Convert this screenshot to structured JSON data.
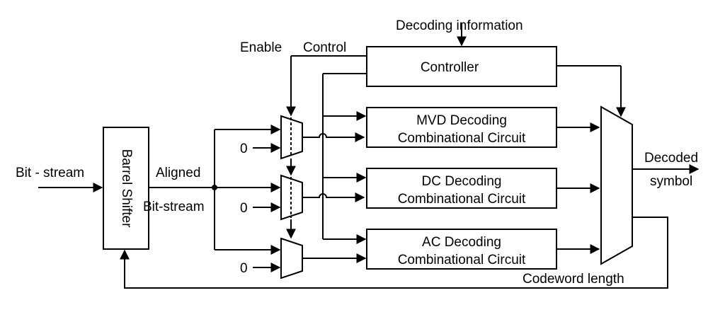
{
  "labels": {
    "bit_stream_in": "Bit - stream",
    "barrel_shifter": "Barrel Shifter",
    "aligned": "Aligned",
    "aligned_bitstream": "Bit-stream",
    "enable": "Enable",
    "control": "Control",
    "decoding_information": "Decoding information",
    "controller": "Controller",
    "zero_1": "0",
    "zero_2": "0",
    "zero_3": "0",
    "mvd_line1": "MVD Decoding",
    "mvd_line2": "Combinational Circuit",
    "dc_line1": "DC Decoding",
    "dc_line2": "Combinational Circuit",
    "ac_line1": "AC Decoding",
    "ac_line2": "Combinational Circuit",
    "decoded_line1": "Decoded",
    "decoded_line2": "symbol",
    "codeword_length": "Codeword length"
  }
}
